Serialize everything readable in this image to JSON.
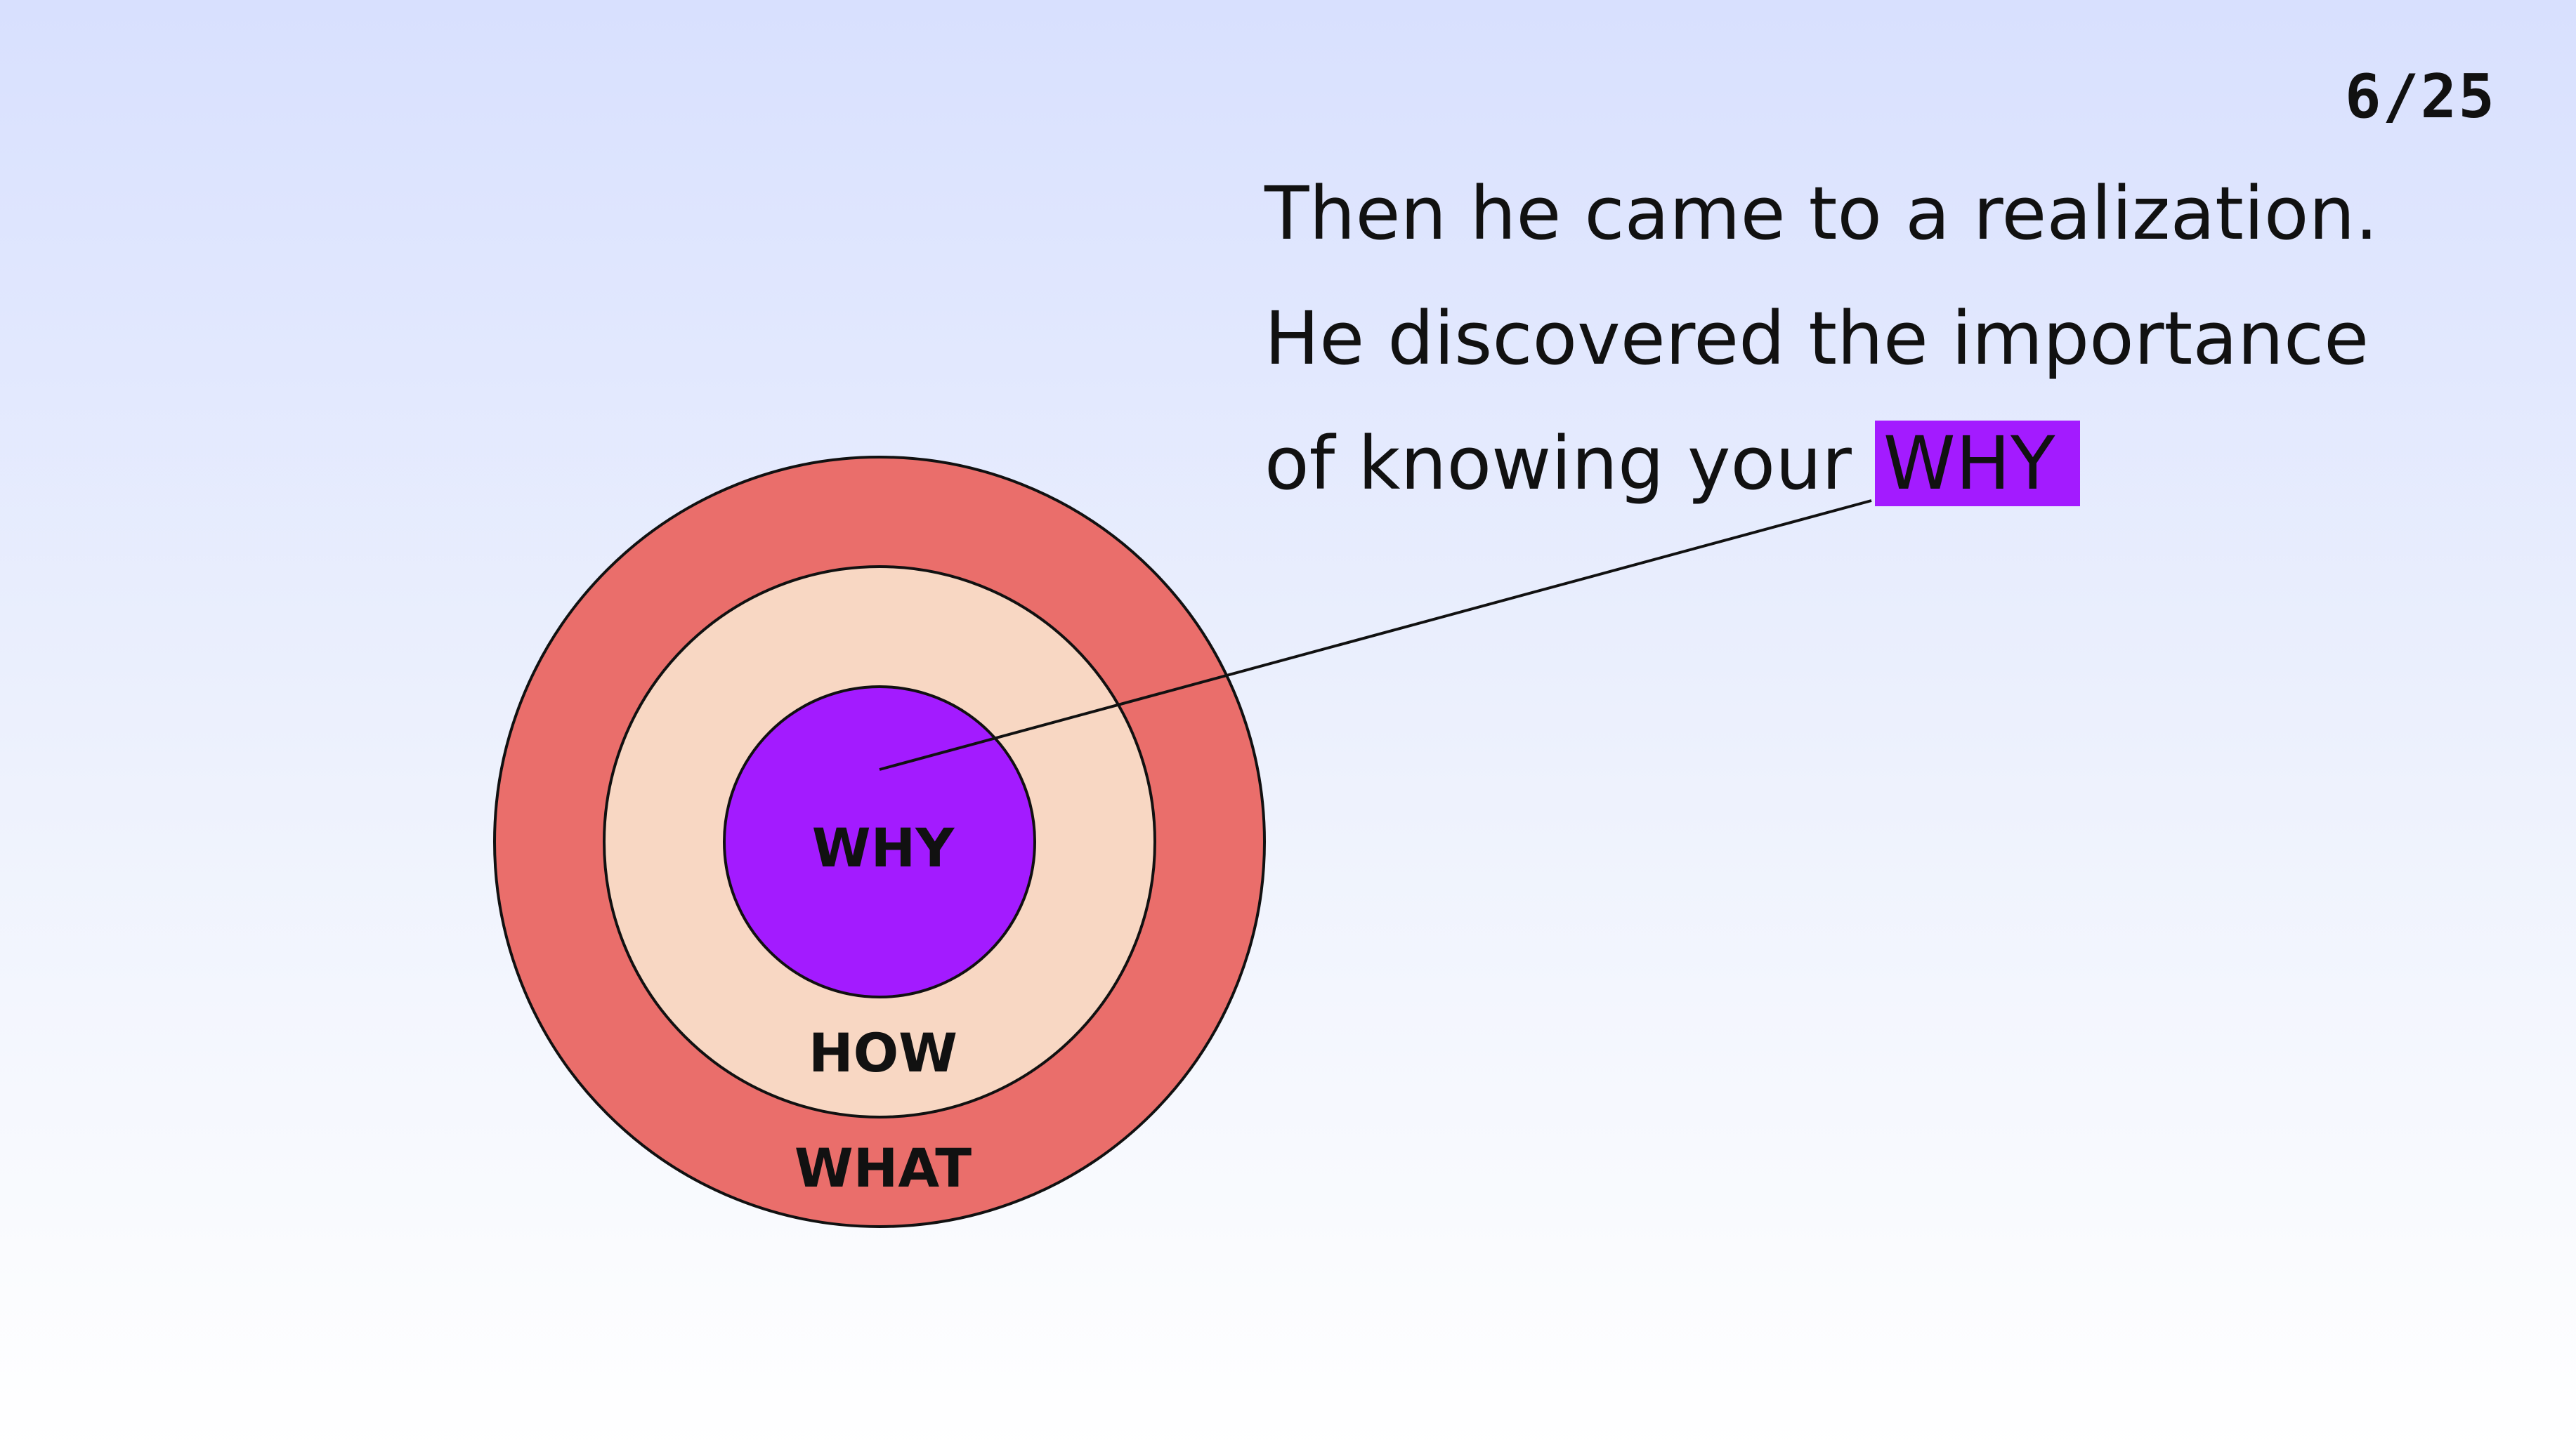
{
  "slide": {
    "counter": "6/25"
  },
  "headline": {
    "line1": "Then he came to a realization.",
    "line2": "He discovered the importance",
    "line3_prefix": "of knowing your",
    "highlight": "WHY"
  },
  "diagram": {
    "outer_label": "WHAT",
    "middle_label": "HOW",
    "inner_label": "WHY"
  },
  "colors": {
    "outer_ring": "#ea6e6b",
    "middle_ring": "#f8d7c3",
    "inner_circle": "#a31bff",
    "highlight": "#a31bff"
  }
}
